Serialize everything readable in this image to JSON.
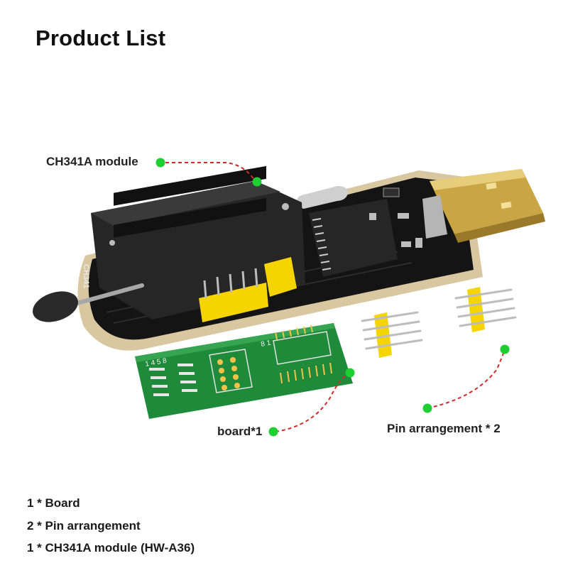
{
  "title": "Product List",
  "callouts": {
    "module": "CH341A module",
    "board": "board*1",
    "pins": "Pin arrangement * 2"
  },
  "contents": [
    "1 * Board",
    "2 * Pin arrangement",
    "1 * CH341A module (HW-A36)"
  ],
  "board_marks": {
    "module_silk": "CH341",
    "adapter_left": "1  4  5  8",
    "adapter_right": "8  1"
  },
  "colors": {
    "callout_dot": "#1fcf32",
    "leader_line": "#d22a2a",
    "module_pcb": "#141414",
    "adapter_pcb": "#1f8b3a",
    "usb_plug": "#d4b04a",
    "jumper": "#f5d400"
  }
}
